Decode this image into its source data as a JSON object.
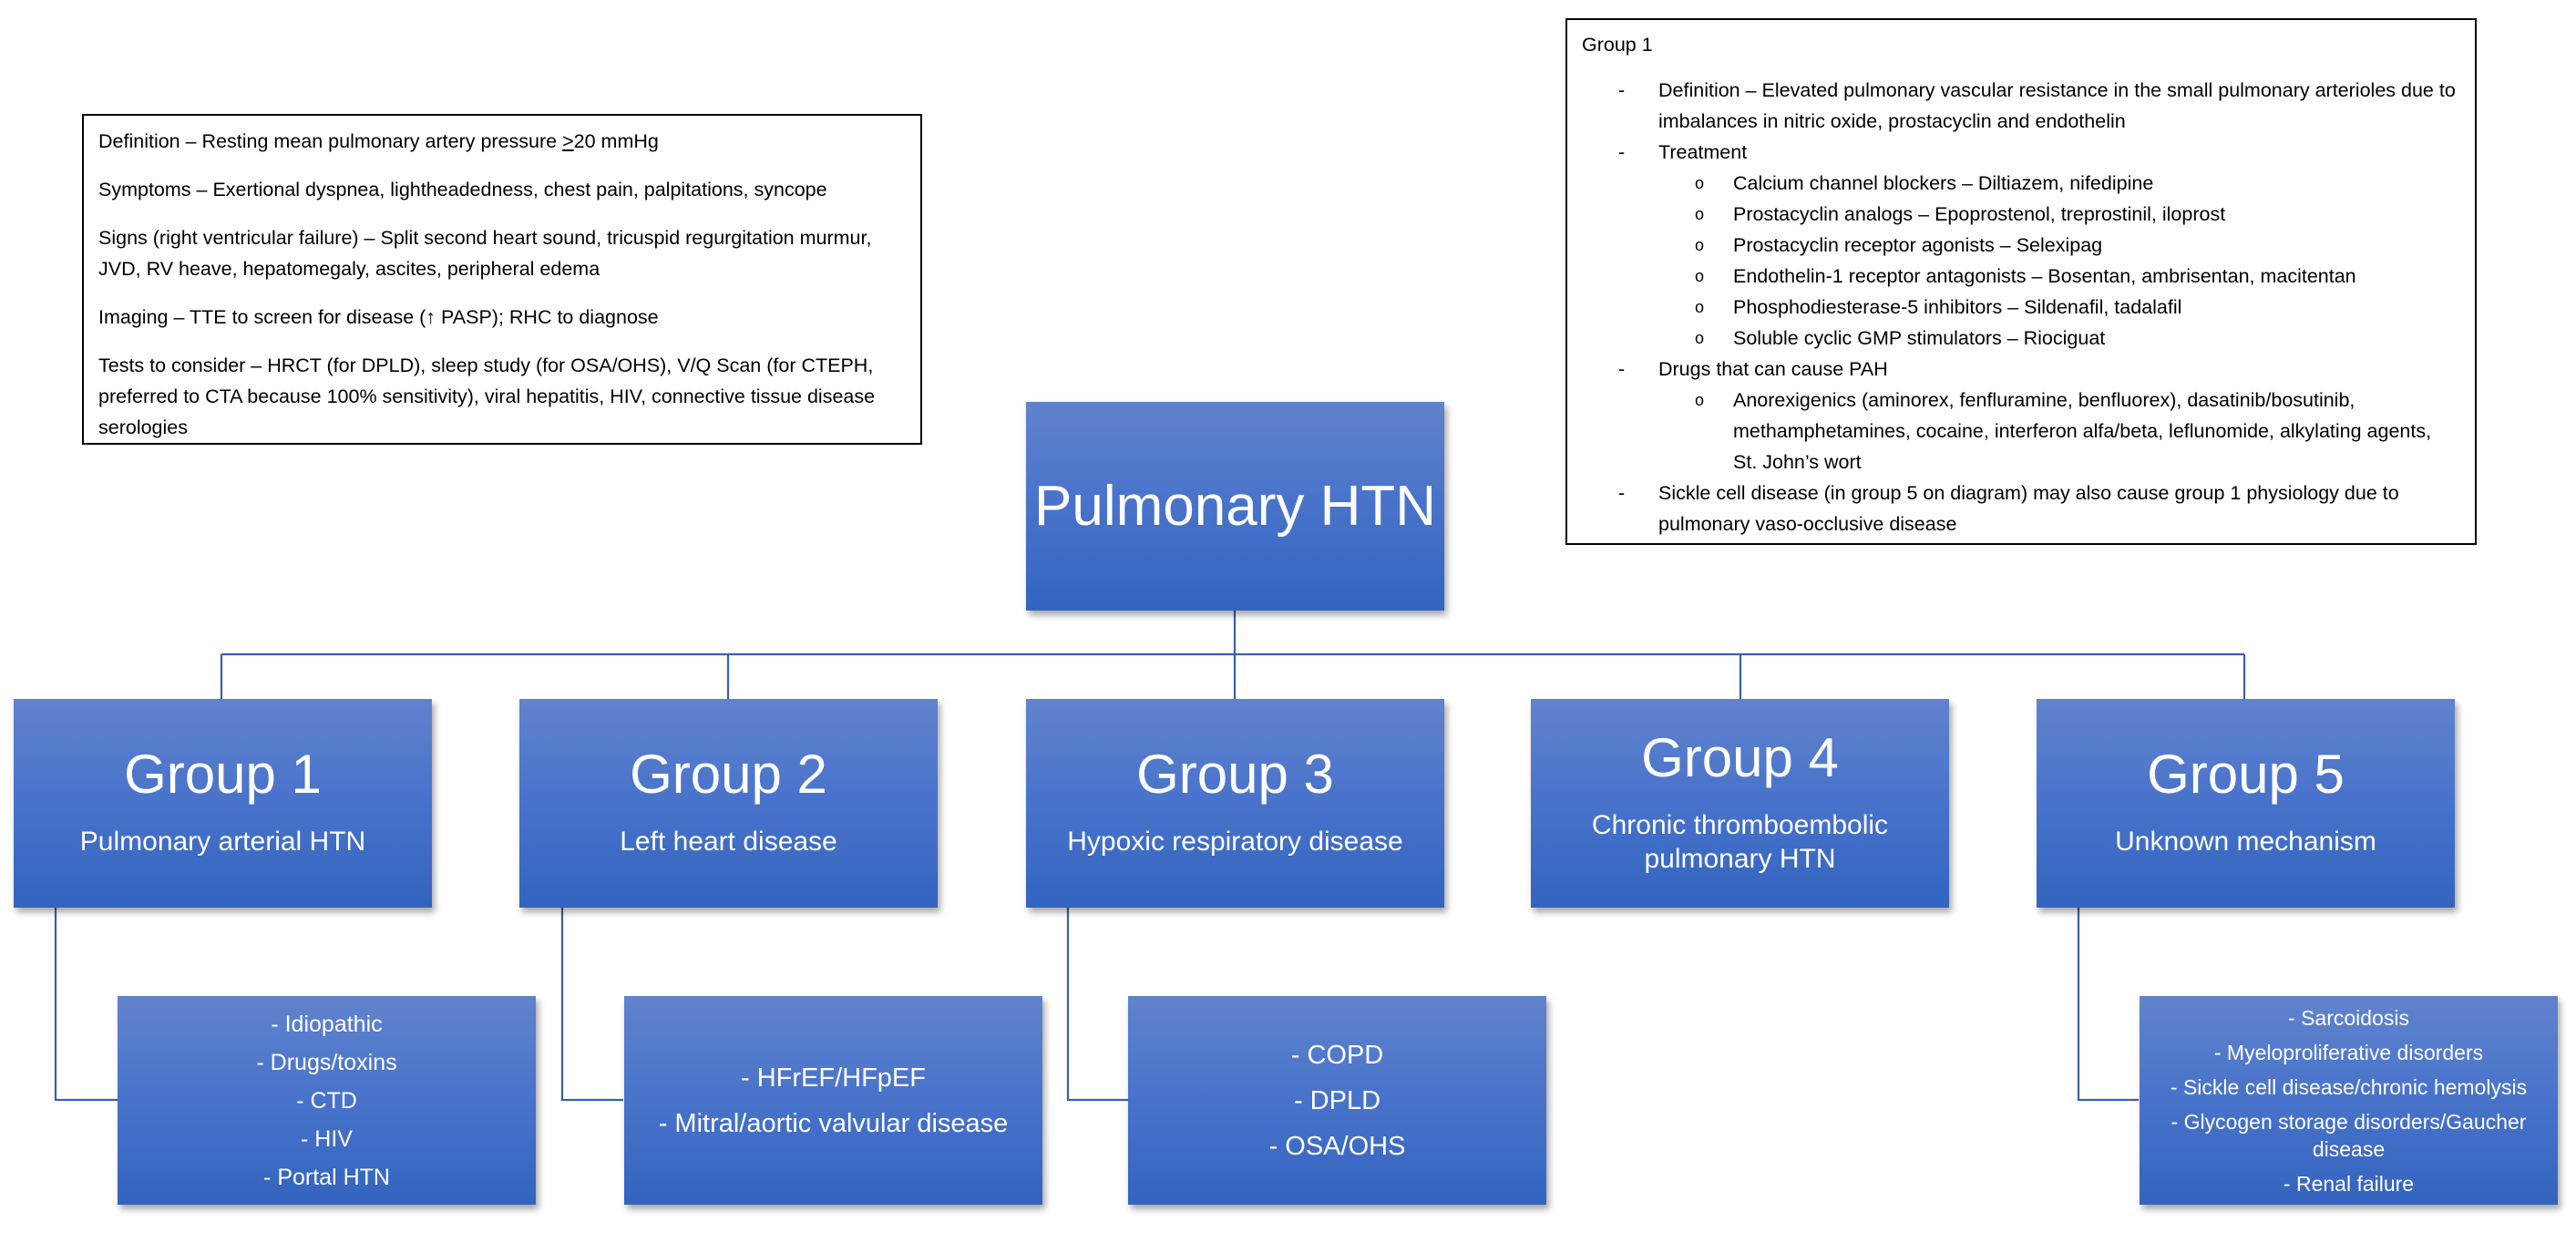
{
  "colors": {
    "box_top": "#6083cc",
    "box_bottom": "#3364bf",
    "connector": "#3a5fa8",
    "text_on_box": "#ffffff",
    "note_border": "#000000"
  },
  "left_note": {
    "definition": {
      "prefix": "Definition – Resting mean pulmonary artery pressure ",
      "ge": ">",
      "suffix": "20 mmHg"
    },
    "symptoms": "Symptoms – Exertional dyspnea, lightheadedness, chest pain, palpitations, syncope",
    "signs": "Signs (right ventricular failure) – Split second heart sound, tricuspid regurgitation murmur, JVD, RV heave, hepatomegaly, ascites, peripheral edema",
    "imaging": "Imaging – TTE to screen for disease (↑ PASP); RHC to diagnose",
    "tests": "Tests to consider – HRCT (for DPLD), sleep study (for OSA/OHS), V/Q Scan (for CTEPH, preferred to CTA because 100% sensitivity), viral hepatitis, HIV, connective tissue disease serologies"
  },
  "right_note": {
    "title": "Group 1",
    "bullet_l1": "-",
    "bullet_l2": "o",
    "definition": "Definition – Elevated pulmonary vascular resistance in the small pulmonary arterioles due to imbalances in nitric oxide, prostacyclin and endothelin",
    "treatment_label": "Treatment",
    "treatments": [
      "Calcium channel blockers – Diltiazem, nifedipine",
      "Prostacyclin analogs – Epoprostenol, treprostinil, iloprost",
      "Prostacyclin receptor agonists – Selexipag",
      "Endothelin-1 receptor antagonists – Bosentan, ambrisentan, macitentan",
      "Phosphodiesterase-5 inhibitors – Sildenafil, tadalafil",
      "Soluble cyclic GMP stimulators – Riociguat"
    ],
    "drugs_label": "Drugs that can cause PAH",
    "drugs": "Anorexigenics (aminorex, fenfluramine, benfluorex), dasatinib/bosutinib, methamphetamines, cocaine, interferon alfa/beta, leflunomide, alkylating agents, St. John’s wort",
    "sickle_note": "Sickle cell disease (in group 5 on diagram) may also cause group 1 physiology due to pulmonary vaso-occlusive disease"
  },
  "root": {
    "label": "Pulmonary HTN"
  },
  "groups": [
    {
      "title": "Group 1",
      "subtitle": "Pulmonary arterial HTN",
      "items": [
        "- Idiopathic",
        "- Drugs/toxins",
        "- CTD",
        "- HIV",
        "- Portal HTN"
      ]
    },
    {
      "title": "Group 2",
      "subtitle": "Left heart disease",
      "items": [
        "- HFrEF/HFpEF",
        "- Mitral/aortic valvular disease"
      ]
    },
    {
      "title": "Group 3",
      "subtitle": "Hypoxic respiratory disease",
      "items": [
        "- COPD",
        "- DPLD",
        "- OSA/OHS"
      ]
    },
    {
      "title": "Group 4",
      "subtitle": "Chronic thromboembolic pulmonary HTN",
      "items": []
    },
    {
      "title": "Group 5",
      "subtitle": "Unknown mechanism",
      "items": [
        "- Sarcoidosis",
        "- Myeloproliferative disorders",
        "- Sickle cell disease/chronic hemolysis",
        "- Glycogen storage disorders/Gaucher disease",
        "- Renal failure"
      ]
    }
  ]
}
